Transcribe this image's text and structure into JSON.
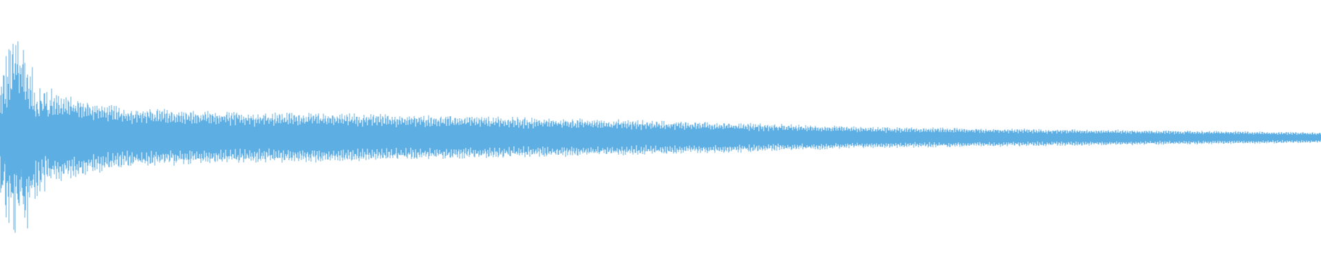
{
  "waveform": {
    "color": "#5daee3",
    "background": "#ffffff",
    "envelope": {
      "description_points": [
        {
          "t": 0.0,
          "amp": 0.3
        },
        {
          "t": 0.007,
          "amp": 0.55
        },
        {
          "t": 0.016,
          "amp": 0.65
        },
        {
          "t": 0.025,
          "amp": 0.35
        },
        {
          "t": 0.035,
          "amp": 0.3
        },
        {
          "t": 0.06,
          "amp": 0.25
        },
        {
          "t": 0.09,
          "amp": 0.2
        },
        {
          "t": 0.15,
          "amp": 0.17
        },
        {
          "t": 0.25,
          "amp": 0.16
        },
        {
          "t": 0.35,
          "amp": 0.14
        },
        {
          "t": 0.45,
          "amp": 0.12
        },
        {
          "t": 0.55,
          "amp": 0.1
        },
        {
          "t": 0.65,
          "amp": 0.07
        },
        {
          "t": 0.75,
          "amp": 0.06
        },
        {
          "t": 0.85,
          "amp": 0.05
        },
        {
          "t": 1.0,
          "amp": 0.035
        }
      ]
    }
  }
}
